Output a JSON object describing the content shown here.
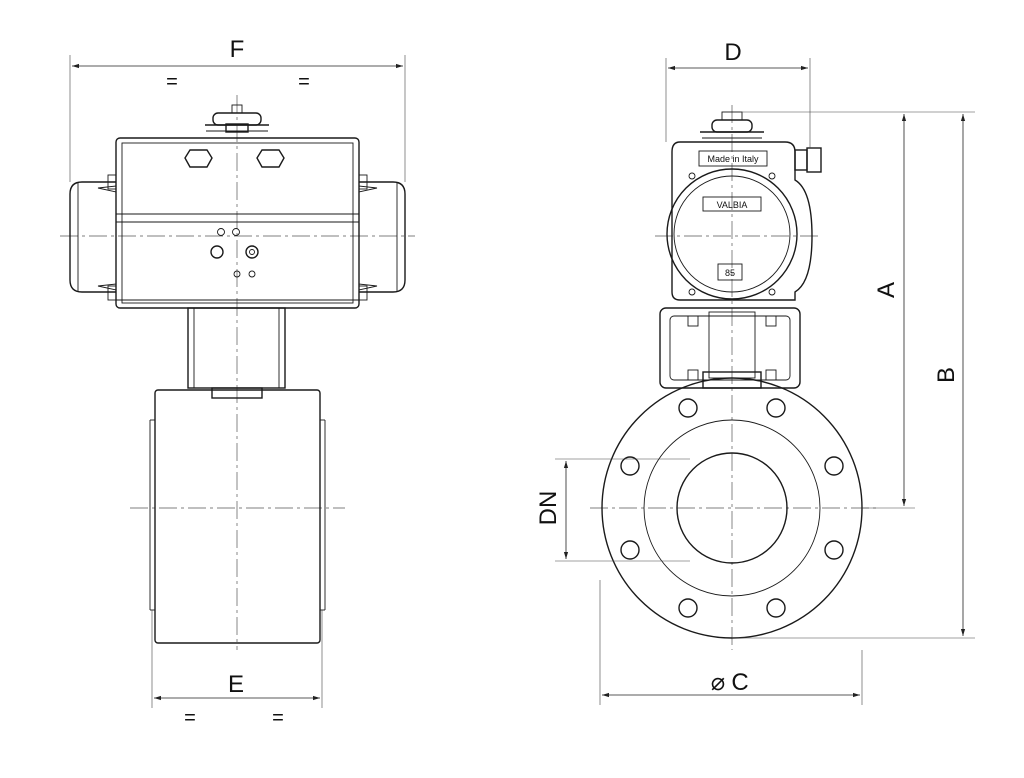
{
  "dimensions": {
    "F": "F",
    "D": "D",
    "A": "A",
    "B": "B",
    "DN": "DN",
    "E": "E",
    "C": "C",
    "diameter_symbol": "⌀",
    "equal": "="
  },
  "labels": {
    "made_in": "Made in Italy",
    "brand": "VALBIA",
    "size": "85"
  },
  "colors": {
    "line": "#1a1a1a",
    "background": "#ffffff"
  }
}
